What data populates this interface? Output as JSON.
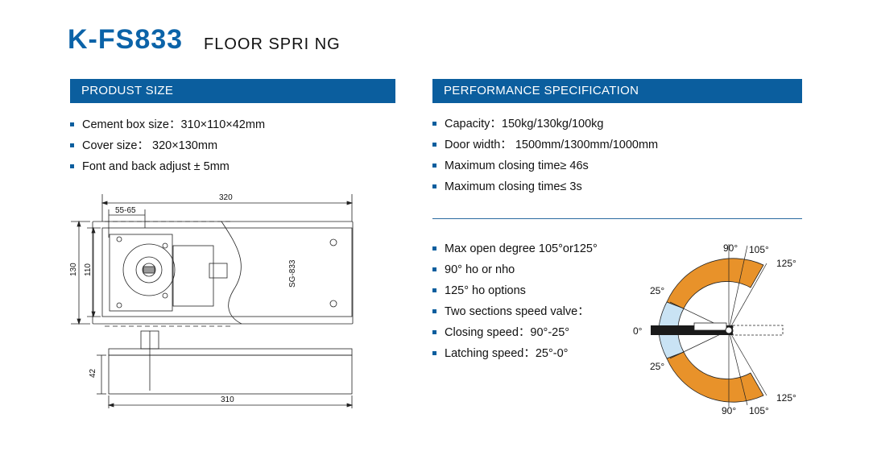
{
  "header": {
    "model": "K-FS833",
    "product": "FLOOR SPRI NG"
  },
  "product_size": {
    "heading": "PRODUST SIZE",
    "items": [
      "Cement box size：310×110×42mm",
      "Cover size：  320×130mm",
      "Font and back adjust ± 5mm"
    ]
  },
  "performance": {
    "heading": "PERFORMANCE SPECIFICATION",
    "items": [
      "Capacity：150kg/130kg/100kg",
      "Door width：  1500mm/1300mm/1000mm",
      "Maximum closing time≥ 46s",
      "Maximum closing time≤ 3s"
    ]
  },
  "opening": {
    "items": [
      "Max open degree 105°or125°",
      "90° ho or nho",
      "125° ho options",
      "Two sections speed valve：",
      "Closing speed：90°-25°",
      "Latching speed：25°-0°"
    ]
  },
  "drawing": {
    "dim_320": "320",
    "dim_55_65": "55-65",
    "dim_130": "130",
    "dim_110": "110",
    "dim_42": "42",
    "dim_310": "310",
    "cover_mark": "SG-833"
  },
  "angle_diagram": {
    "labels": {
      "top_90": "90°",
      "top_105": "105°",
      "top_125": "125°",
      "upper_25": "25°",
      "zero": "0°",
      "lower_25": "25°",
      "bottom_125": "125°",
      "bottom_90": "90°",
      "bottom_105": "105°"
    },
    "colors": {
      "closing_zone": "#e8922a",
      "latching_zone": "#c9e3f4",
      "accent": "#0b5e9e"
    }
  }
}
